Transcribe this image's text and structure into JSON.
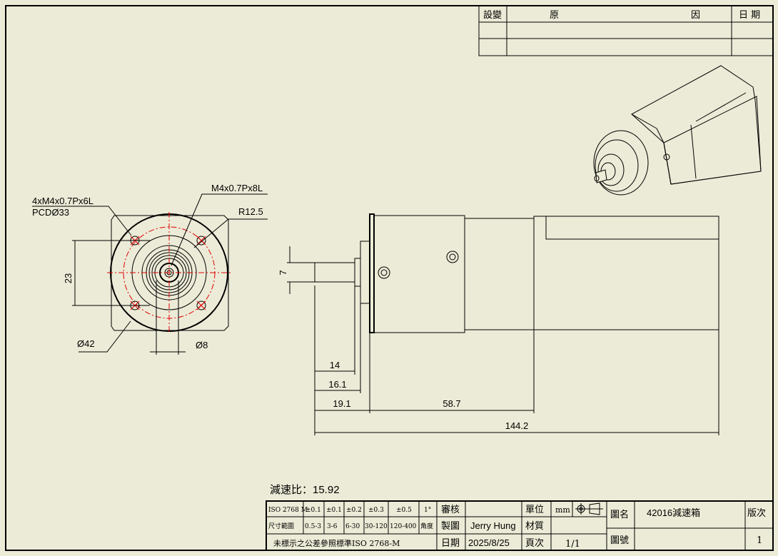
{
  "revision_table": {
    "col_change": "設變",
    "col_reason_1": "原",
    "col_reason_2": "因",
    "col_date": "日  期"
  },
  "front_view": {
    "thread_holes": "4xM4x0.7Px6L",
    "pcd": "PCDØ33",
    "center_thread": "M4x0.7Px8L",
    "radius": "R12.5",
    "dim_23": "23",
    "dim_dia42": "Ø42",
    "dim_dia8": "Ø8"
  },
  "side_view": {
    "dim_7": "7",
    "dim_14": "14",
    "dim_16_1": "16.1",
    "dim_19_1": "19.1",
    "dim_58_7": "58.7",
    "dim_144_2": "144.2"
  },
  "ratio_label": "減速比：15.92",
  "title_block": {
    "iso_header": "ISO 2768 M",
    "tol": [
      "±0.1",
      "±0.1",
      "±0.2",
      "±0.3",
      "±0.5",
      "1°"
    ],
    "range_header": "尺寸範圍",
    "ranges": [
      "0.5-3",
      "3-6",
      "6-30",
      "30-120",
      "120-400",
      "角度"
    ],
    "note": "未標示之公差參照標準ISO 2768-M",
    "review_label": "審核",
    "review_value": "",
    "drawn_label": "製圖",
    "drawn_value": "Jerry Hung",
    "date_label": "日期",
    "date_value": "2025/8/25",
    "unit_label": "單位",
    "unit_value": "mm",
    "material_label": "材質",
    "page_label": "頁次",
    "page_value": "1/1",
    "name_label": "圖名",
    "name_value": "42016減速箱",
    "number_label": "圖號",
    "version_label": "版次",
    "version_value": "1"
  }
}
